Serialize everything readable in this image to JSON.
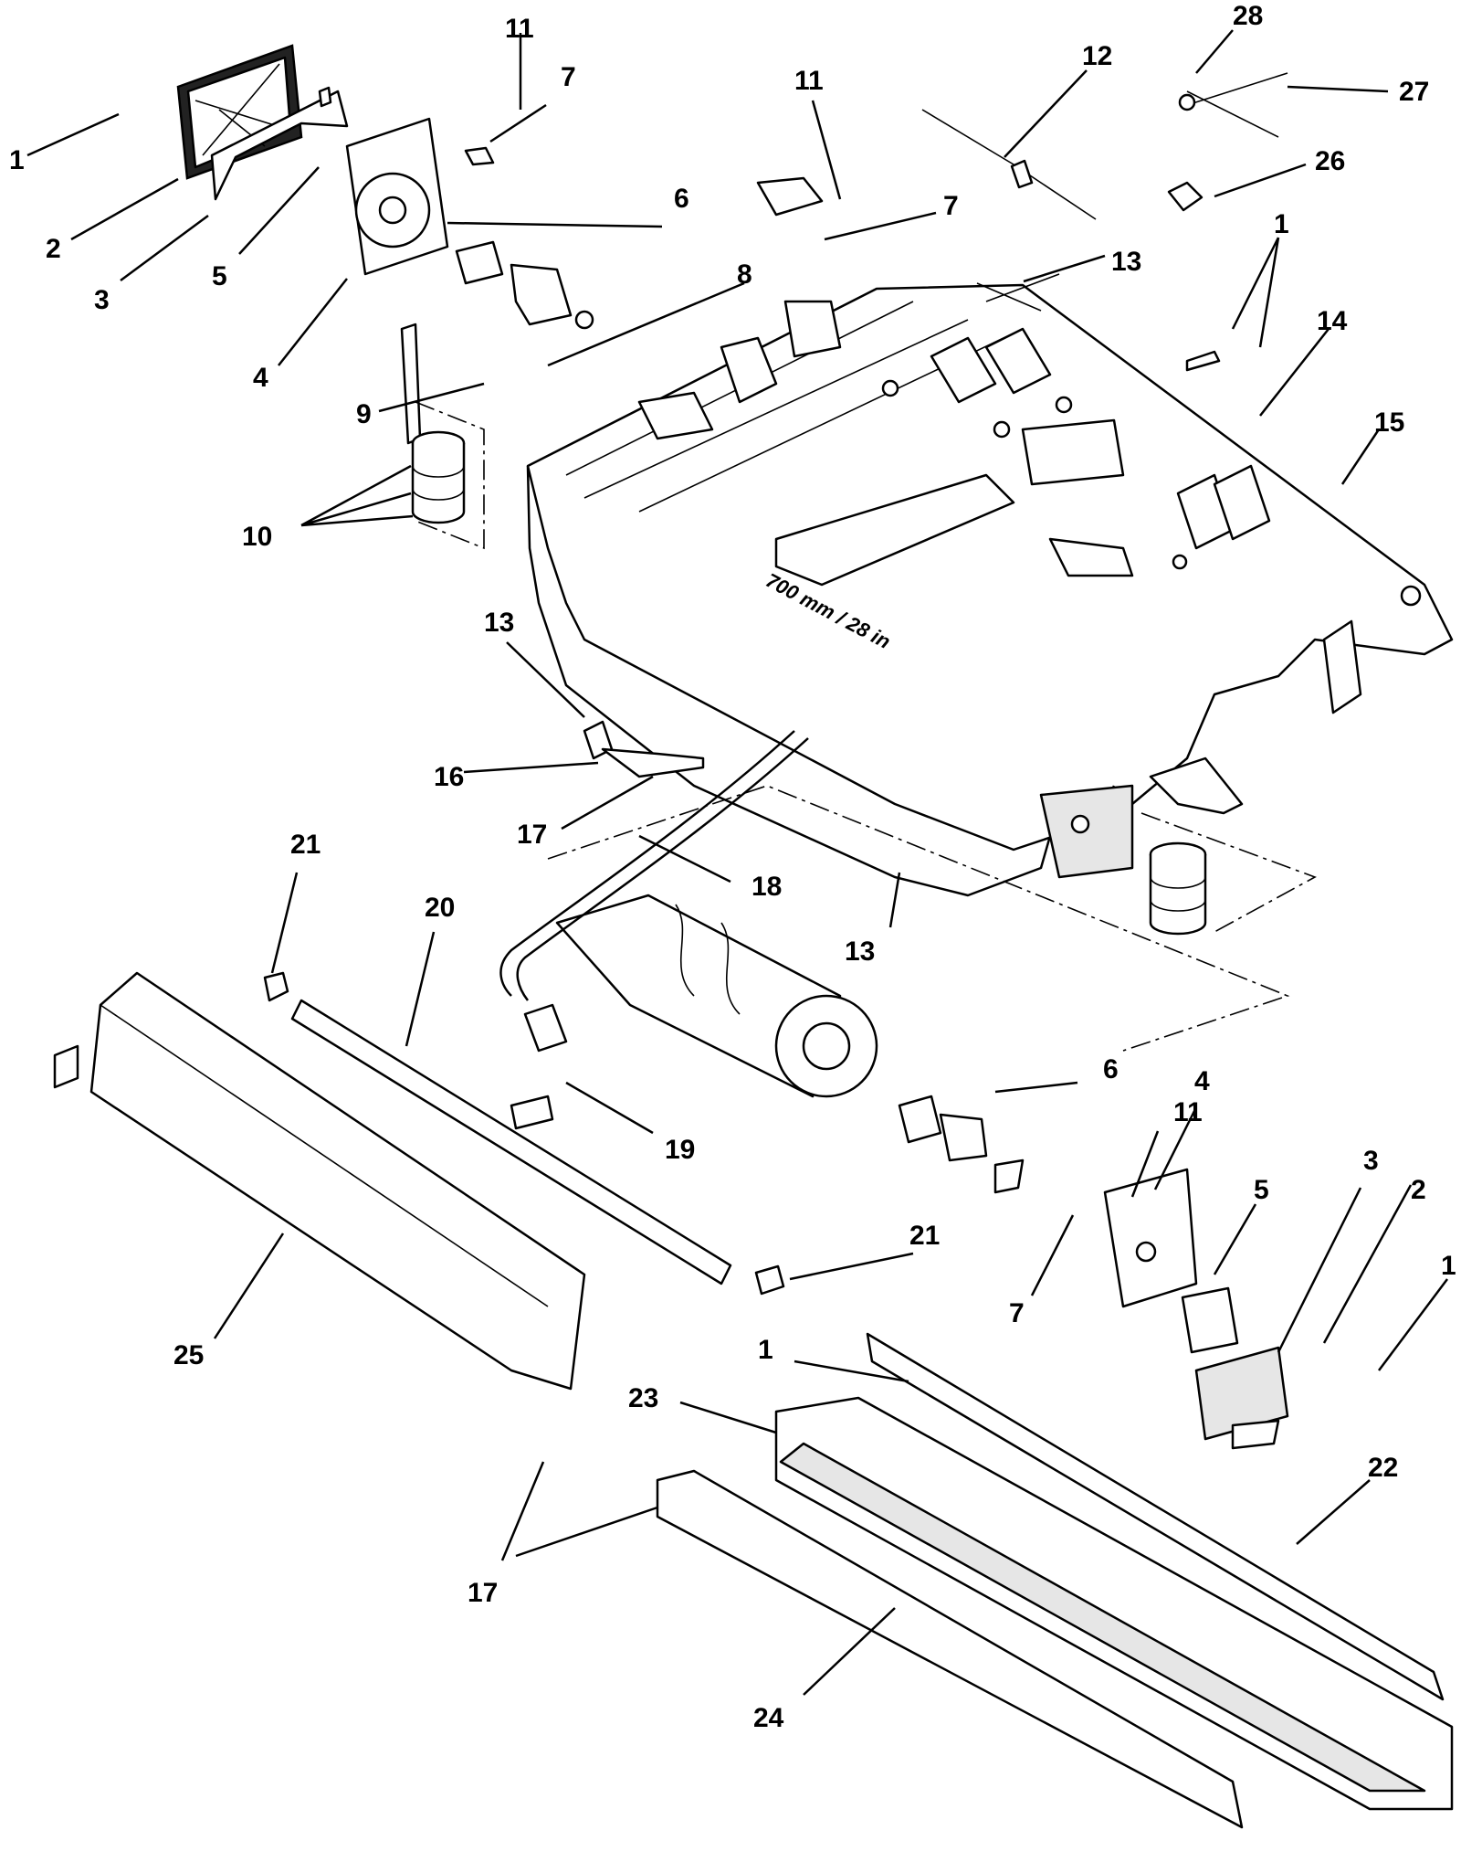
{
  "diagram": {
    "imprint": "700 mm / 28 in",
    "callouts": [
      {
        "id": "c1a",
        "text": "1"
      },
      {
        "id": "c2a",
        "text": "2"
      },
      {
        "id": "c3a",
        "text": "3"
      },
      {
        "id": "c4a",
        "text": "4"
      },
      {
        "id": "c5a",
        "text": "5"
      },
      {
        "id": "c6a",
        "text": "6"
      },
      {
        "id": "c7a",
        "text": "7"
      },
      {
        "id": "c8a",
        "text": "8"
      },
      {
        "id": "c9a",
        "text": "9"
      },
      {
        "id": "c10a",
        "text": "10"
      },
      {
        "id": "c11a",
        "text": "11"
      },
      {
        "id": "c11b",
        "text": "11"
      },
      {
        "id": "c7b",
        "text": "7"
      },
      {
        "id": "c12a",
        "text": "12"
      },
      {
        "id": "c13a",
        "text": "13"
      },
      {
        "id": "c1b",
        "text": "1"
      },
      {
        "id": "c14a",
        "text": "14"
      },
      {
        "id": "c15a",
        "text": "15"
      },
      {
        "id": "c26a",
        "text": "26"
      },
      {
        "id": "c27a",
        "text": "27"
      },
      {
        "id": "c28a",
        "text": "28"
      },
      {
        "id": "c13b",
        "text": "13"
      },
      {
        "id": "c16a",
        "text": "16"
      },
      {
        "id": "c17a",
        "text": "17"
      },
      {
        "id": "c18a",
        "text": "18"
      },
      {
        "id": "c13c",
        "text": "13"
      },
      {
        "id": "c21a",
        "text": "21"
      },
      {
        "id": "c20a",
        "text": "20"
      },
      {
        "id": "c19a",
        "text": "19"
      },
      {
        "id": "c6b",
        "text": "6"
      },
      {
        "id": "c4b",
        "text": "4"
      },
      {
        "id": "c11c",
        "text": "11"
      },
      {
        "id": "c5b",
        "text": "5"
      },
      {
        "id": "c3b",
        "text": "3"
      },
      {
        "id": "c2b",
        "text": "2"
      },
      {
        "id": "c1c",
        "text": "1"
      },
      {
        "id": "c21b",
        "text": "21"
      },
      {
        "id": "c7c",
        "text": "7"
      },
      {
        "id": "c25a",
        "text": "25"
      },
      {
        "id": "c1d",
        "text": "1"
      },
      {
        "id": "c23a",
        "text": "23"
      },
      {
        "id": "c22a",
        "text": "22"
      },
      {
        "id": "c17b",
        "text": "17"
      },
      {
        "id": "c24a",
        "text": "24"
      }
    ]
  }
}
